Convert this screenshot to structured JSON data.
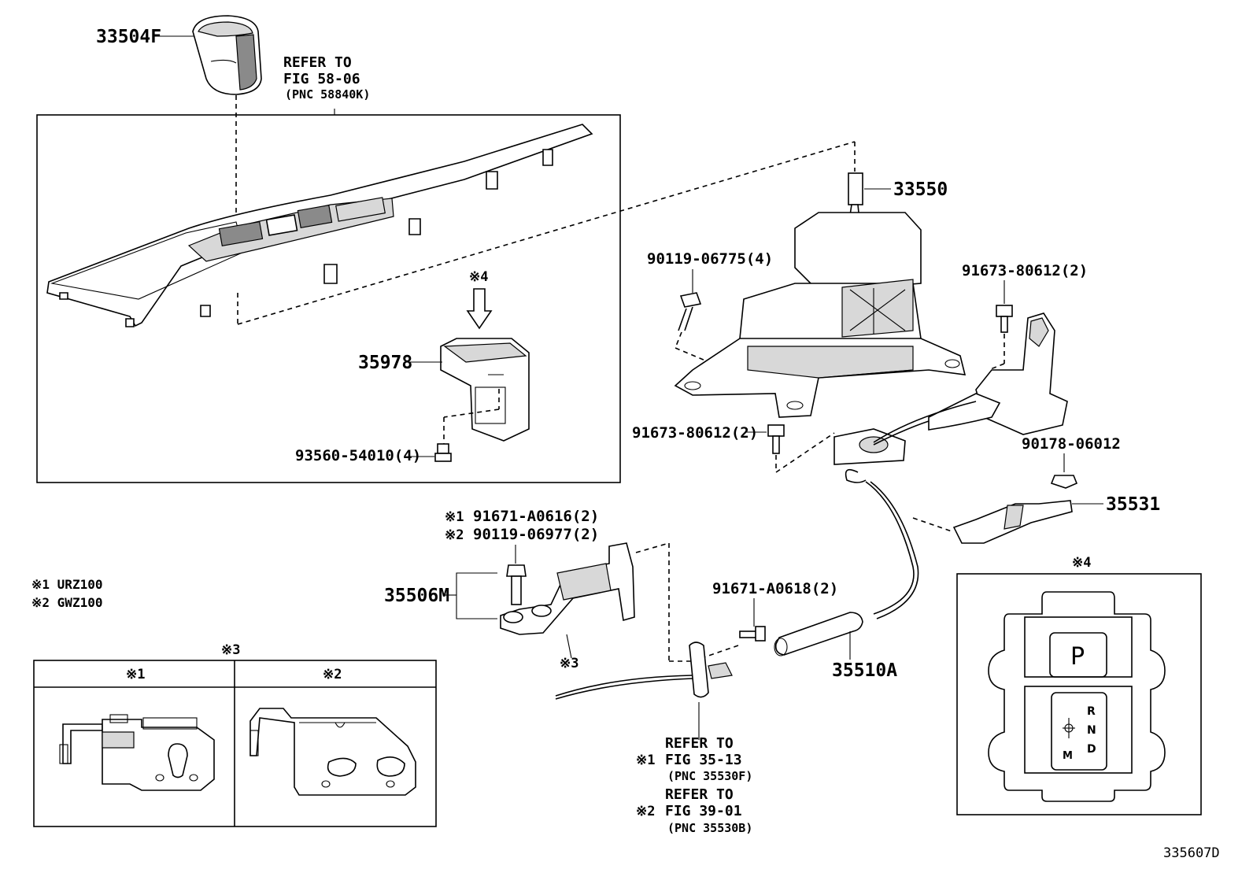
{
  "diagram_code": "335607D",
  "parts": {
    "knob": "33504F",
    "lever": "33550",
    "switch": "35978",
    "screw_switch": "93560-54010(4)",
    "bolt_a": "90119-06775(4)",
    "bolt_b": "91673-80612(2)",
    "bolt_c": "91673-80612(2)",
    "nut": "90178-06012",
    "bracket_cable": "35531",
    "bracket": "35506M",
    "bolt_bracket_1": "91671-A0616(2)",
    "bolt_bracket_2": "90119-06977(2)",
    "bolt_cable": "91671-A0618(2)",
    "cable_cover": "35510A"
  },
  "marks": {
    "m1": "※1",
    "m2": "※2",
    "m3": "※3",
    "m4": "※4"
  },
  "references": {
    "knob_ref_1": "REFER TO",
    "knob_ref_2": "FIG 58-06",
    "knob_ref_3": "(PNC 58840K)",
    "cable_ref_a1": "REFER TO",
    "cable_ref_a2": "FIG 35-13",
    "cable_ref_a3": "(PNC 35530F)",
    "cable_ref_b1": "REFER TO",
    "cable_ref_b2": "FIG 39-01",
    "cable_ref_b3": "(PNC 35530B)"
  },
  "legend": {
    "l1": "※1 URZ100",
    "l2": "※2 GWZ100"
  },
  "inset_gear": {
    "p": "P",
    "r": "R",
    "n": "N",
    "d": "D",
    "m": "M"
  }
}
